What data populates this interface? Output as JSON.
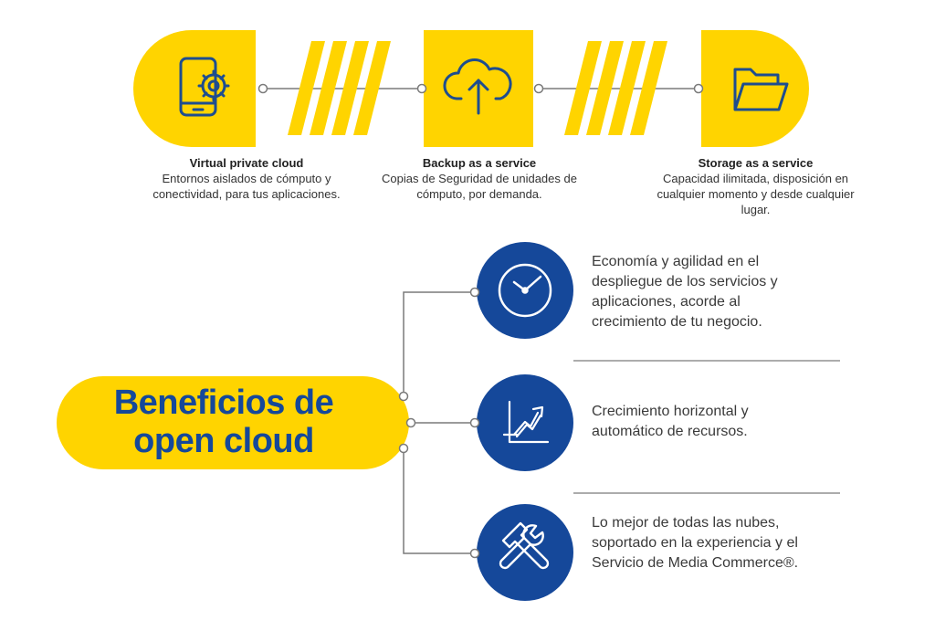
{
  "colors": {
    "yellow": "#ffd400",
    "blue": "#15489a",
    "line": "#7a7a7a",
    "icon": "#1e4d8f"
  },
  "services": [
    {
      "title": "Virtual private cloud",
      "desc": "Entornos aislados de cómputo y conectividad, para tus aplicaciones.",
      "icon": "phone-gear-icon"
    },
    {
      "title": "Backup as a service",
      "desc": "Copias de Seguridad de unidades de cómputo, por demanda.",
      "icon": "cloud-upload-icon"
    },
    {
      "title": "Storage as a service",
      "desc": "Capacidad ilimitada, disposición en cualquier momento y desde cualquier lugar.",
      "icon": "folder-icon"
    }
  ],
  "benefits_title": {
    "line1": "Beneficios de",
    "line2": "open cloud"
  },
  "benefits": [
    {
      "text": "Economía y agilidad en el despliegue de los servicios y aplicaciones, acorde al crecimiento de tu negocio.",
      "icon": "clock-icon"
    },
    {
      "text": "Crecimiento horizontal y automático de recursos.",
      "icon": "growth-chart-icon"
    },
    {
      "text": "Lo mejor de todas las nubes, soportado en la experiencia y el Servicio de Media Commerce®.",
      "icon": "tools-icon"
    }
  ]
}
